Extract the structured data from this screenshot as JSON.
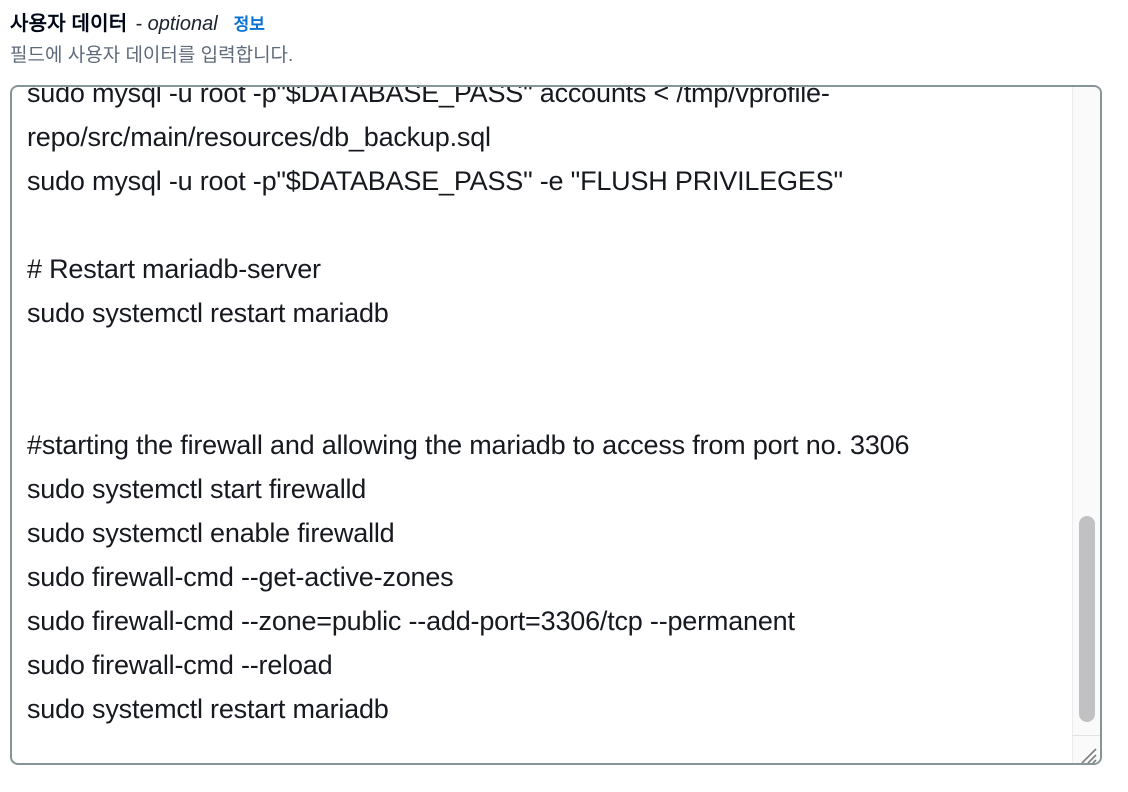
{
  "field": {
    "label": "사용자 데이터",
    "optional_suffix": "- optional",
    "info_link_label": "정보",
    "description": "필드에 사용자 데이터를 입력합니다."
  },
  "textarea": {
    "visible_lines": [
      "sudo mysql -u root -p\"$DATABASE_PASS\" accounts < /tmp/vprofile-",
      "repo/src/main/resources/db_backup.sql",
      "sudo mysql -u root -p\"$DATABASE_PASS\" -e \"FLUSH PRIVILEGES\"",
      "",
      "# Restart mariadb-server",
      "sudo systemctl restart mariadb",
      "",
      "",
      "#starting the firewall and allowing the mariadb to access from port no. 3306",
      "sudo systemctl start firewalld",
      "sudo systemctl enable firewalld",
      "sudo firewall-cmd --get-active-zones",
      "sudo firewall-cmd --zone=public --add-port=3306/tcp --permanent",
      "sudo firewall-cmd --reload",
      "sudo systemctl restart mariadb"
    ],
    "scroll_state": "scrolled-down, first line partially clipped at top"
  },
  "colors": {
    "link_blue": "#0972d3",
    "label_text": "#000716",
    "description_gray": "#5f6b7a",
    "textarea_border": "#879596",
    "textarea_text": "#16191f",
    "scrollbar_thumb": "#c1c1c4",
    "scrollbar_track": "#fafafa"
  }
}
